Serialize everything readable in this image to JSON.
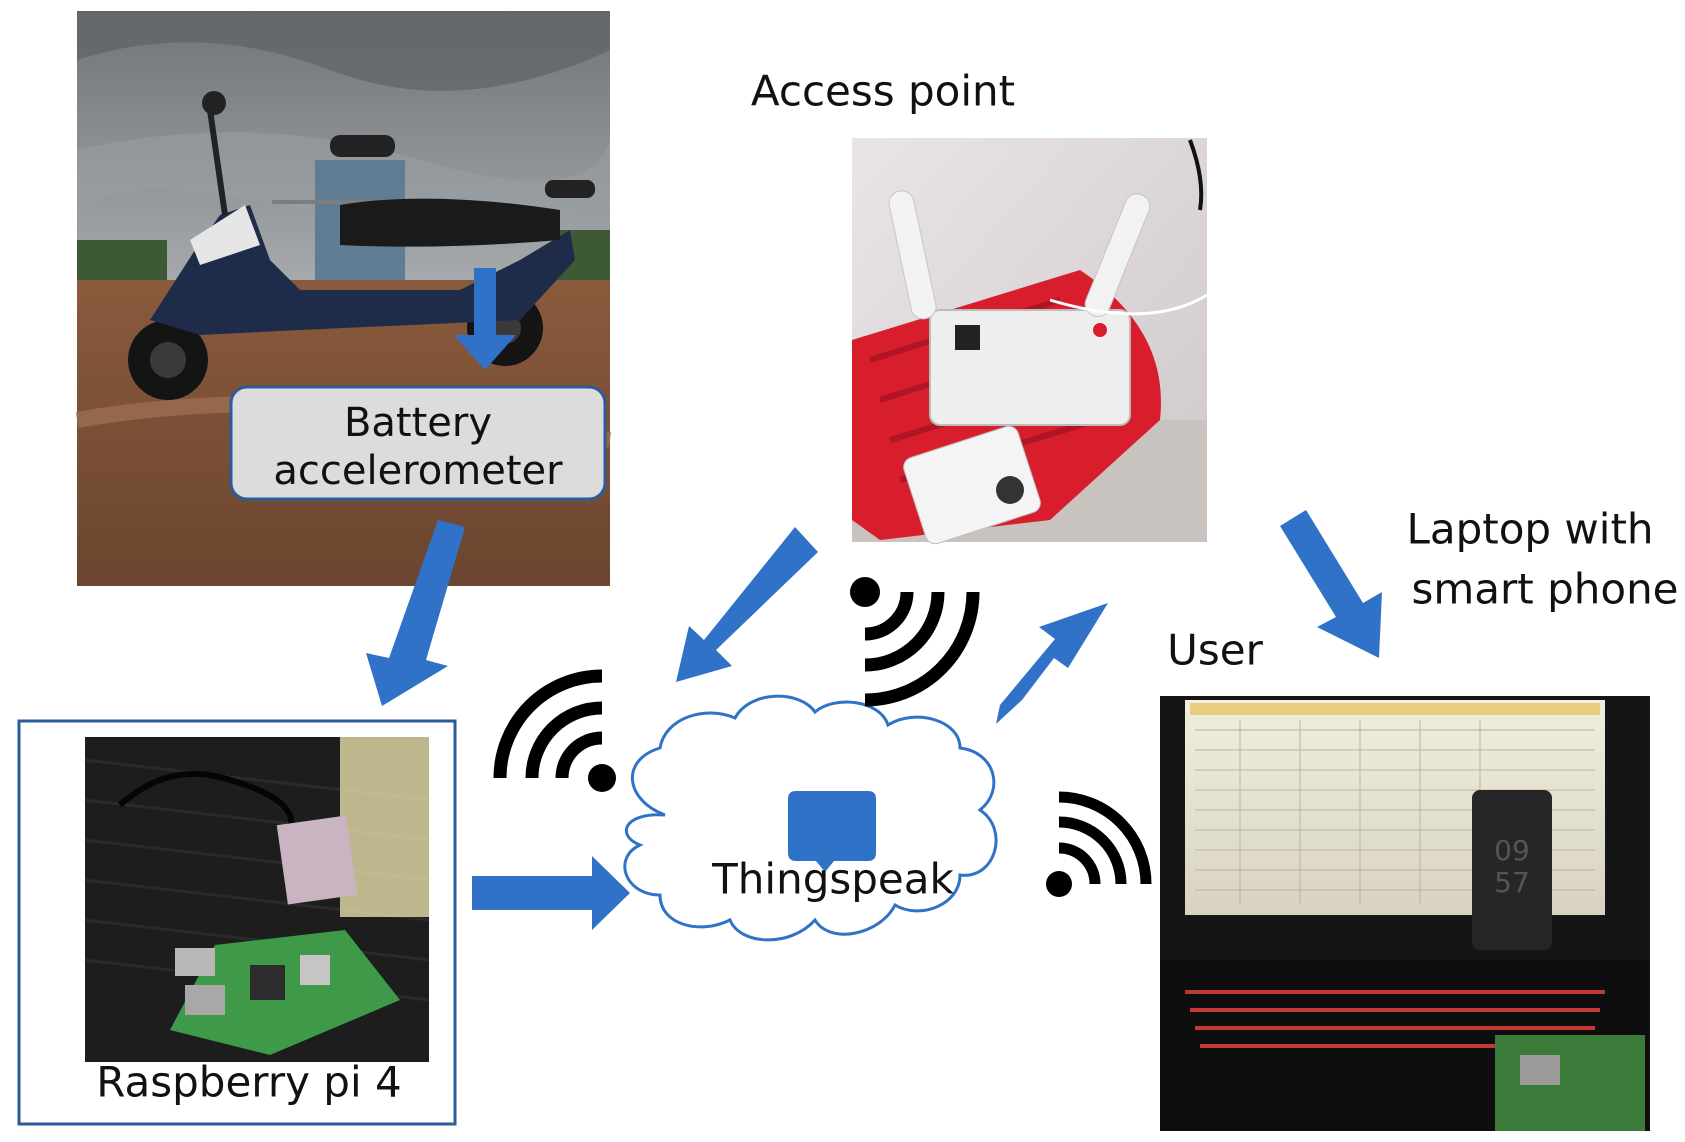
{
  "labels": {
    "battery_line1": "Battery",
    "battery_line2": "accelerometer",
    "access_point": "Access point",
    "laptop_line1": "Laptop with",
    "laptop_line2": "smart phone",
    "user": "User",
    "raspberry": "Raspberry pi 4",
    "thingspeak": "Thingspeak"
  },
  "photos": {
    "scooter": "electric-scooter-photo",
    "router": "wifi-router-photo",
    "raspberry": "raspberry-pi-photo",
    "laptop": "laptop-with-phone-photo"
  },
  "colors": {
    "arrow": "#2f72c8",
    "label_box": "#dcdcdc",
    "frame": "#2b5b9a",
    "cloud_stroke": "#2f72c8",
    "wifi": "#000000"
  }
}
